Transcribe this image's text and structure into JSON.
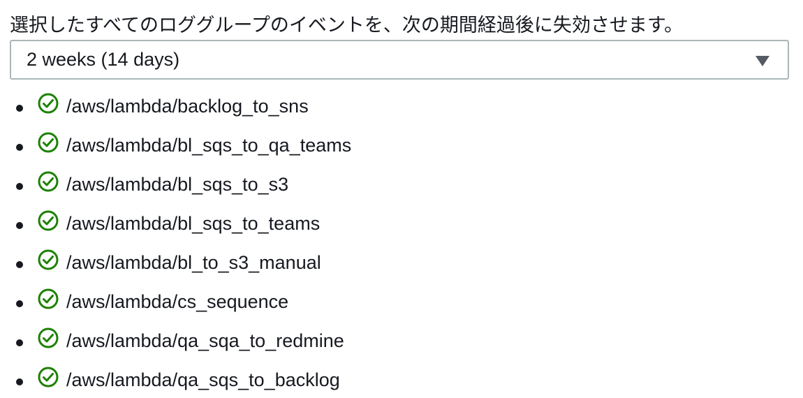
{
  "description": "選択したすべてのロググループのイベントを、次の期間経過後に失効させます。",
  "retention_select": {
    "value": "2 weeks (14 days)"
  },
  "status_color": "#1d8102",
  "log_groups": [
    {
      "name": "/aws/lambda/backlog_to_sns",
      "status_icon": "check-circle-icon"
    },
    {
      "name": "/aws/lambda/bl_sqs_to_qa_teams",
      "status_icon": "check-circle-icon"
    },
    {
      "name": "/aws/lambda/bl_sqs_to_s3",
      "status_icon": "check-circle-icon"
    },
    {
      "name": "/aws/lambda/bl_sqs_to_teams",
      "status_icon": "check-circle-icon"
    },
    {
      "name": "/aws/lambda/bl_to_s3_manual",
      "status_icon": "check-circle-icon"
    },
    {
      "name": "/aws/lambda/cs_sequence",
      "status_icon": "check-circle-icon"
    },
    {
      "name": "/aws/lambda/qa_sqa_to_redmine",
      "status_icon": "check-circle-icon"
    },
    {
      "name": "/aws/lambda/qa_sqs_to_backlog",
      "status_icon": "check-circle-icon"
    }
  ]
}
